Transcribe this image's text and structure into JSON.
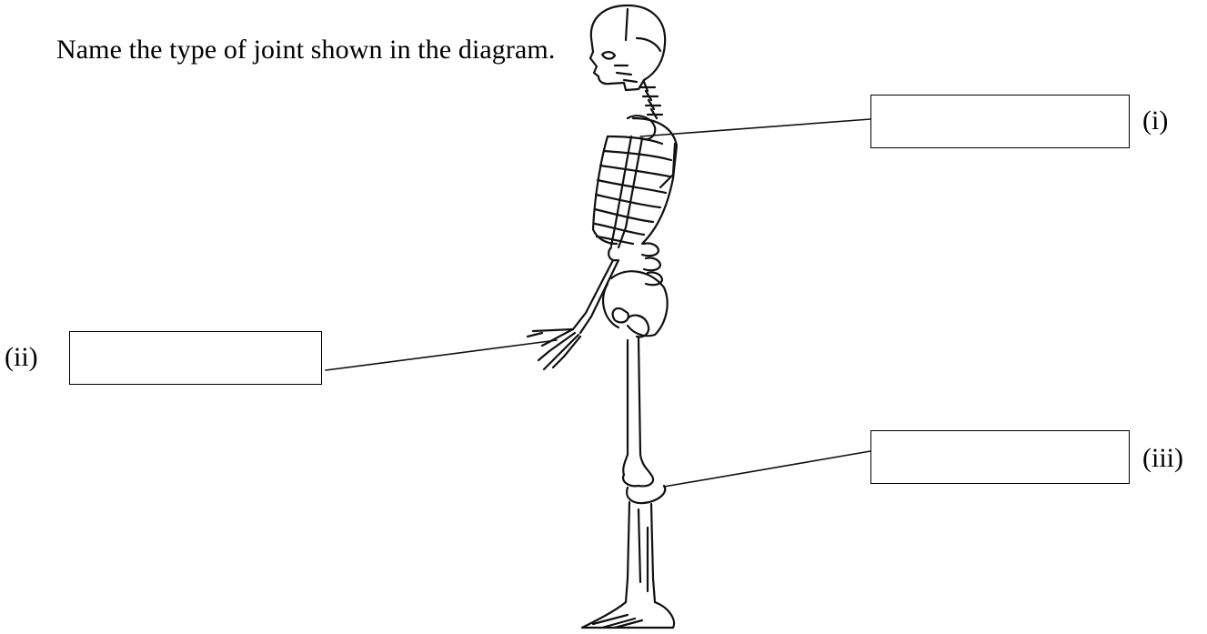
{
  "question": {
    "text": "Name the type of joint shown in the diagram."
  },
  "labels": {
    "i": "(i)",
    "ii": "(ii)",
    "iii": "(iii)"
  },
  "answers": {
    "i": "",
    "ii": "",
    "iii": ""
  },
  "illustration": {
    "subject": "skeleton-side-view",
    "stroke_color": "#111111"
  }
}
